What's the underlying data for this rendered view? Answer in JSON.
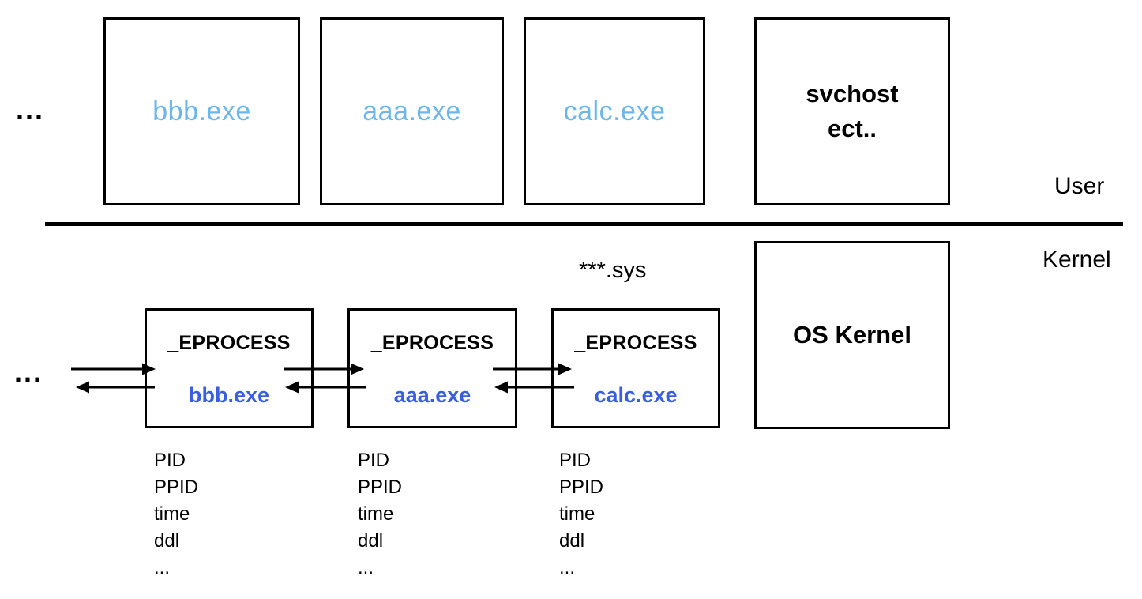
{
  "colors": {
    "process_name_user": "#6CB6EB",
    "process_name_kernel": "#3B5EE0",
    "ink": "#000000"
  },
  "user_space": {
    "region_label": "User",
    "ellipsis": "...",
    "processes": [
      {
        "label": "bbb.exe"
      },
      {
        "label": "aaa.exe"
      },
      {
        "label": "calc.exe"
      }
    ],
    "services_box": {
      "line1": "svchost",
      "line2": "ect.."
    }
  },
  "kernel_space": {
    "region_label": "Kernel",
    "driver_label": "***.sys",
    "ellipsis": "...",
    "os_kernel_label": "OS Kernel",
    "eprocess_nodes": [
      {
        "title": "_EPROCESS",
        "process_name": "bbb.exe",
        "fields": [
          "PID",
          "PPID",
          "time",
          "ddl",
          "..."
        ]
      },
      {
        "title": "_EPROCESS",
        "process_name": "aaa.exe",
        "fields": [
          "PID",
          "PPID",
          "time",
          "ddl",
          "..."
        ]
      },
      {
        "title": "_EPROCESS",
        "process_name": "calc.exe",
        "fields": [
          "PID",
          "PPID",
          "time",
          "ddl",
          "..."
        ]
      }
    ]
  }
}
